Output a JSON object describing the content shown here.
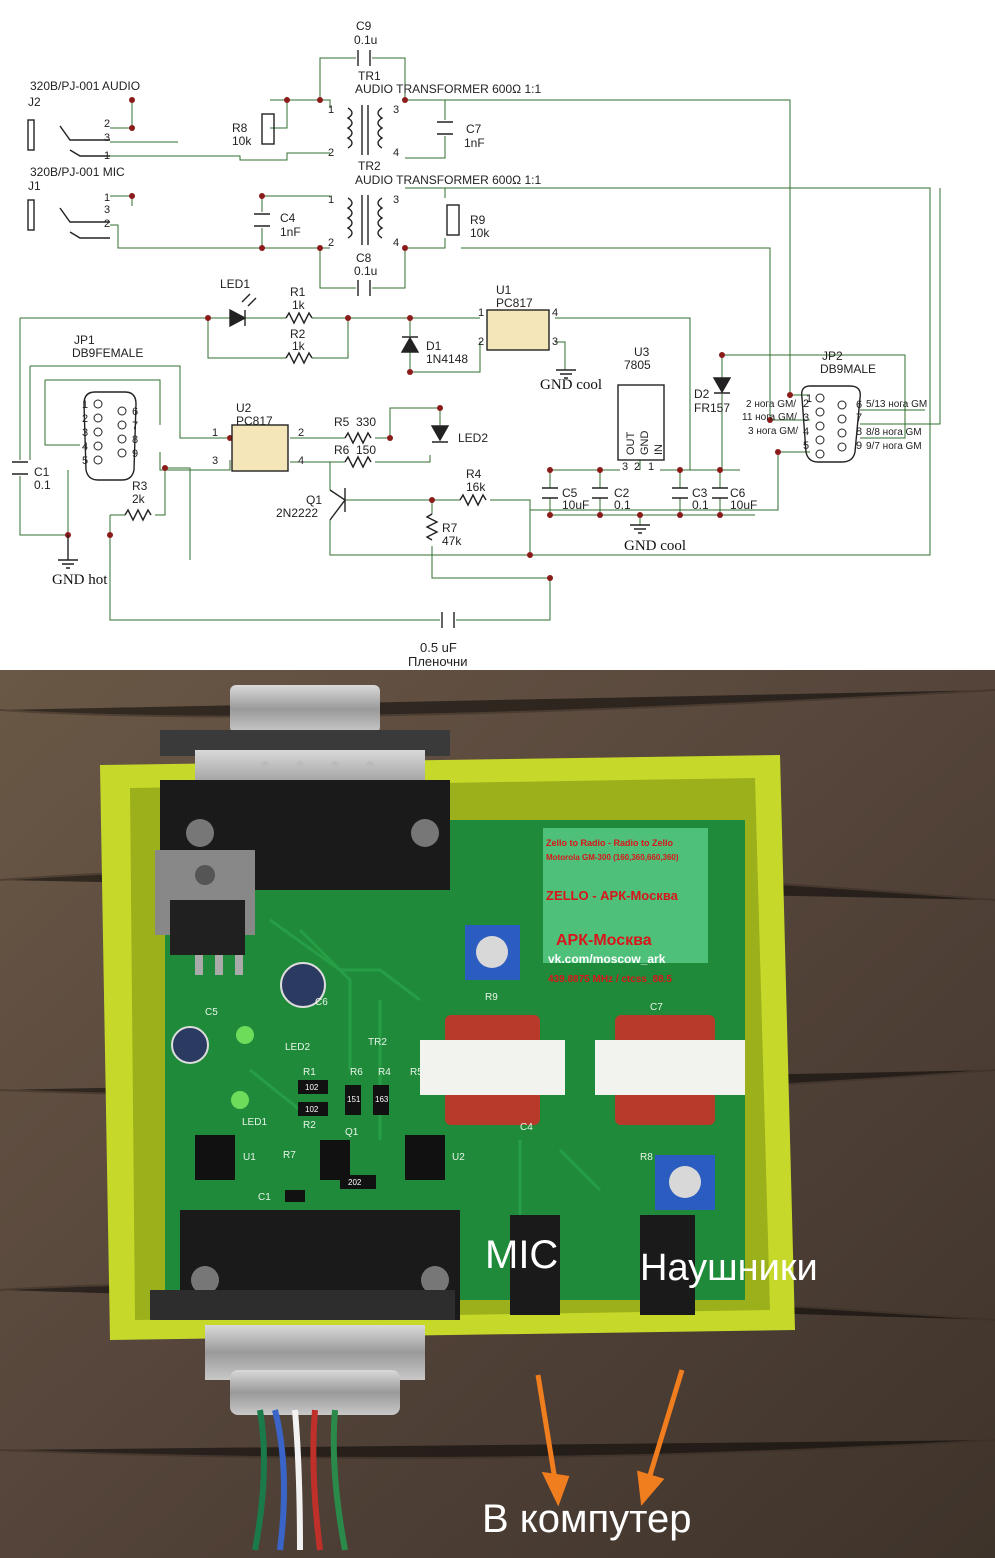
{
  "schematic": {
    "j2": {
      "label": "J2",
      "part": "320B/PJ-001 AUDIO",
      "pins": [
        "2",
        "3",
        "1"
      ]
    },
    "j1": {
      "label": "J1",
      "part": "320B/PJ-001 MIC",
      "pins": [
        "1",
        "3",
        "2"
      ]
    },
    "c9": {
      "label": "C9",
      "value": "0.1u"
    },
    "tr1": {
      "label": "TR1",
      "value": "AUDIO TRANSFORMER 600Ω 1:1",
      "pins": [
        "1",
        "2",
        "3",
        "4"
      ]
    },
    "tr2": {
      "label": "TR2",
      "value": "AUDIO TRANSFORMER 600Ω 1:1",
      "pins": [
        "1",
        "2",
        "3",
        "4"
      ]
    },
    "r8": {
      "label": "R8",
      "value": "10k"
    },
    "c7": {
      "label": "C7",
      "value": "1nF"
    },
    "c4": {
      "label": "C4",
      "value": "1nF"
    },
    "r9": {
      "label": "R9",
      "value": "10k"
    },
    "c8": {
      "label": "C8",
      "value": "0.1u"
    },
    "led1": {
      "label": "LED1"
    },
    "r1": {
      "label": "R1",
      "value": "1k"
    },
    "r2": {
      "label": "R2",
      "value": "1k"
    },
    "d1": {
      "label": "D1",
      "value": "1N4148"
    },
    "u1": {
      "label": "U1",
      "value": "PC817",
      "pins": [
        "1",
        "2",
        "4",
        "3"
      ]
    },
    "gnd_cool_top": "GND cool",
    "u3": {
      "label": "U3",
      "value": "7805",
      "pins": [
        "OUT",
        "GND",
        "IN"
      ],
      "pin_nums": [
        "3",
        "2",
        "1"
      ]
    },
    "d2": {
      "label": "D2",
      "value": "FR157"
    },
    "jp1": {
      "label": "JP1",
      "value": "DB9FEMALE",
      "pins": [
        "1",
        "2",
        "3",
        "4",
        "5",
        "6",
        "7",
        "8",
        "9"
      ]
    },
    "jp2": {
      "label": "JP2",
      "value": "DB9MALE",
      "pins": [
        "1",
        "2",
        "3",
        "4",
        "5",
        "6",
        "7",
        "8",
        "9"
      ],
      "notes_left": [
        "2 нога GM/",
        "11 нога GM/",
        "3 нога GM/"
      ],
      "notes_right": [
        "5/13 нога GM",
        "8/8 нога GM",
        "9/7 нога GM"
      ]
    },
    "u2": {
      "label": "U2",
      "value": "PC817",
      "pins": [
        "1",
        "2",
        "3",
        "4"
      ]
    },
    "r5": {
      "label": "R5",
      "value": "330"
    },
    "r6": {
      "label": "R6",
      "value": "150"
    },
    "led2": {
      "label": "LED2"
    },
    "c1": {
      "label": "C1",
      "value": "0.1"
    },
    "r3": {
      "label": "R3",
      "value": "2k"
    },
    "q1": {
      "label": "Q1",
      "value": "2N2222"
    },
    "r4": {
      "label": "R4",
      "value": "16k"
    },
    "r7": {
      "label": "R7",
      "value": "47k"
    },
    "c5": {
      "label": "C5",
      "value": "10uF"
    },
    "c2": {
      "label": "C2",
      "value": "0.1"
    },
    "c3": {
      "label": "C3",
      "value": "0.1"
    },
    "c6": {
      "label": "C6",
      "value": "10uF"
    },
    "gnd_cool_bottom": "GND cool",
    "gnd_hot": "GND hot",
    "c_film": {
      "value": "0.5 uF",
      "note": "Пленочни"
    }
  },
  "photo": {
    "sticker": {
      "line1": "Zello to Radio - Radio to Zello",
      "line2": "Motorola GM-300 (160,360,660,360)",
      "line3": "ZELLO - АРК-Москва",
      "line4": "АРК-Москва",
      "line5": "vk.com/moscow_ark",
      "line6": "439.8875 MHz / ctcss_88.5"
    },
    "silkscreen": [
      "R9",
      "C7",
      "C4",
      "TR2",
      "LED2",
      "R1",
      "R2",
      "R6",
      "R4",
      "R5",
      "R7",
      "Q1",
      "U1",
      "U2",
      "C1",
      "R8",
      "C6",
      "C5",
      "LED1"
    ],
    "smd_codes": [
      "102",
      "102",
      "151",
      "163",
      "202"
    ],
    "caption_mic": "MIC",
    "caption_headphones": "Наушники",
    "caption_computer": "В компутер",
    "colors": {
      "wood": "#5a4a3a",
      "case": "#c6d92a",
      "pcb": "#1f8a3a",
      "sticker": "#4fc07a",
      "sticker_red": "#d8161b",
      "arrow": "#f07d1e",
      "caption": "#ffffff"
    }
  }
}
